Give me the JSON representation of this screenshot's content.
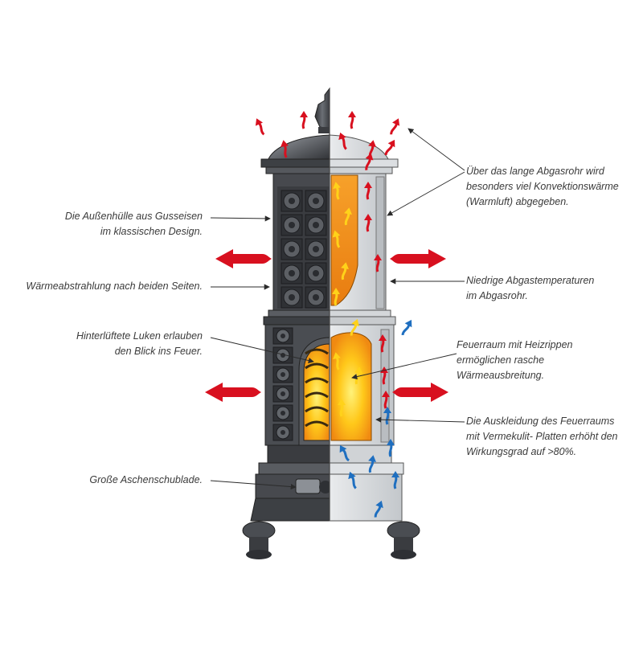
{
  "labels": {
    "outer_shell": [
      "Die Außenhülle aus Gusseisen",
      "im klassischen Design."
    ],
    "radiation": [
      "Wärmeabstrahlung nach beiden Seiten."
    ],
    "hatches": [
      "Hinterlüftete Luken erlauben",
      "den Blick ins Feuer."
    ],
    "ash_drawer": [
      "Große Aschenschublade."
    ],
    "flue_pipe": [
      "Über das lange Abgasrohr wird",
      "besonders viel Konvektionswärme",
      "(Warmluft) abgegeben."
    ],
    "low_temp": [
      "Niedrige Abgastemperaturen",
      "im Abgasrohr."
    ],
    "firebox": [
      "Feuerraum mit Heizrippen",
      "ermöglichen rasche",
      "Wärmeausbreitung."
    ],
    "lining": [
      "Die Auskleidung des Feuerraums",
      "mit Vermekulit- Platten erhöht den",
      "Wirkungsgrad auf >80%."
    ]
  },
  "colors": {
    "cast_iron": "#4a4d52",
    "cast_iron_light": "#8c9096",
    "fire_orange": "#f29a1e",
    "fire_yellow": "#ffd21a",
    "hot_arrow": "#d8101f",
    "cold_arrow": "#1f6fc0",
    "cutaway_grey": "#d6d9dc"
  }
}
